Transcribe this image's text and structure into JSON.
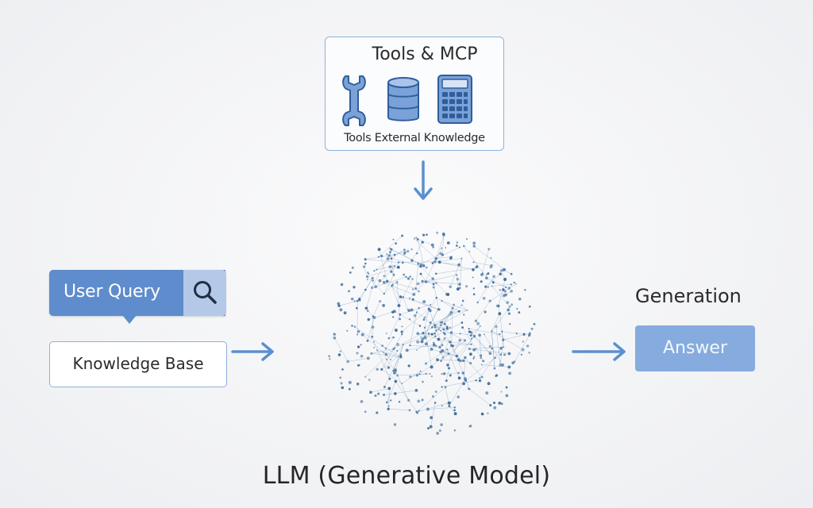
{
  "tools": {
    "title": "Tools & MCP",
    "caption": "Tools External Knowledge",
    "icons": [
      "wrench-icon",
      "database-icon",
      "calculator-icon"
    ]
  },
  "input": {
    "query_label": "User Query",
    "search_icon": "search-icon",
    "knowledge_label": "Knowledge Base"
  },
  "output": {
    "generation_label": "Generation",
    "answer_label": "Answer"
  },
  "model": {
    "label": "LLM (Generative Model)"
  },
  "colors": {
    "accent": "#5e8ccc",
    "accent_light": "#b4c9e7",
    "answer_fill": "#86abde",
    "border": "#8fb0da",
    "arrow": "#5b8fd0",
    "network": "#3f6e9e"
  }
}
